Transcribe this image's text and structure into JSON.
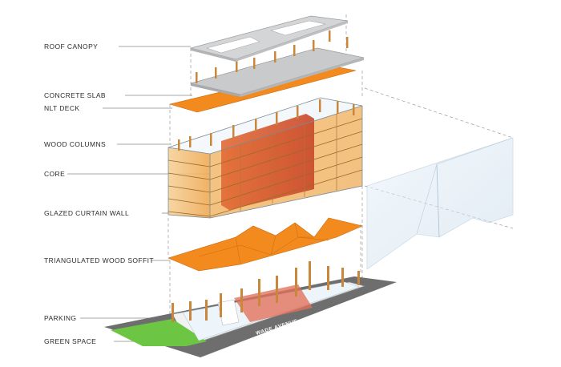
{
  "labels": {
    "roof_canopy": "ROOF CANOPY",
    "concrete_slab": "CONCRETE SLAB",
    "nlt_deck": "NLT DECK",
    "wood_columns": "WOOD COLUMNS",
    "core": "CORE",
    "glazed_curtain_wall": "GLAZED CURTAIN WALL",
    "triangulated_wood_soffit": "TRIANGULATED WOOD SOFFIT",
    "parking": "PARKING",
    "green_space": "GREEN SPACE"
  },
  "street_name": "WADE AVENUE",
  "colors": {
    "leader_line": "#8a8a8a",
    "concrete": "#c9cacc",
    "nlt_orange": "#f28a1e",
    "core_red": "#d9552a",
    "wood_column": "#c8873a",
    "glass": "#dbe9f3",
    "green_space": "#6cc644",
    "street": "#6e6e6e"
  }
}
